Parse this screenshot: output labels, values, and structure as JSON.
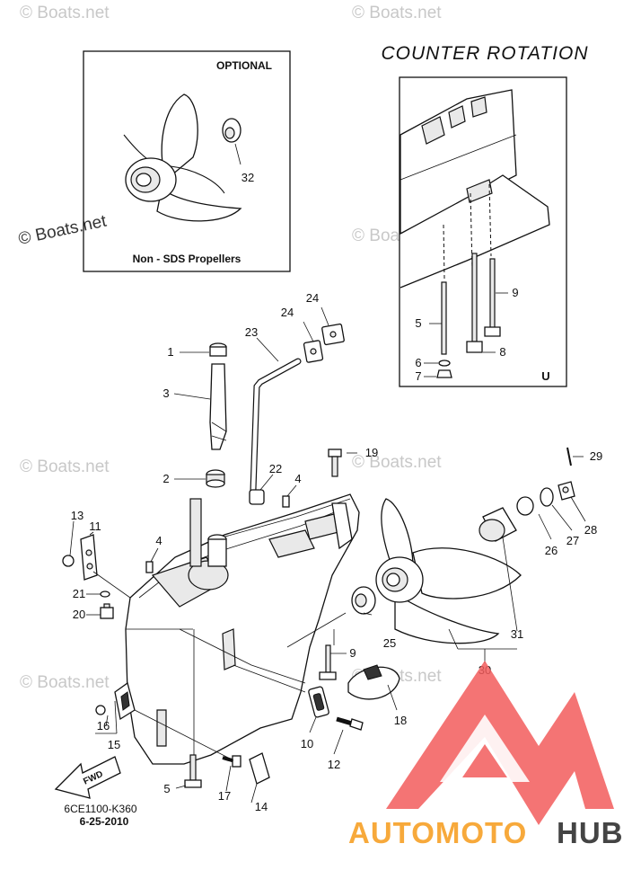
{
  "watermark": {
    "text": "© Boats.net"
  },
  "counter_rotation_title": "COUNTER  ROTATION",
  "optional_box": {
    "title": "OPTIONAL",
    "caption": "Non - SDS Propellers",
    "part": "32"
  },
  "counter_rotation_box": {
    "corner_letter": "U",
    "labels": [
      "9",
      "5",
      "8",
      "6",
      "7"
    ]
  },
  "callouts": [
    "1",
    "2",
    "3",
    "4",
    "4",
    "5",
    "9",
    "10",
    "11",
    "12",
    "13",
    "14",
    "15",
    "16",
    "17",
    "18",
    "19",
    "20",
    "21",
    "22",
    "23",
    "24",
    "24",
    "25",
    "26",
    "27",
    "28",
    "29",
    "30",
    "31"
  ],
  "footer": {
    "code": "6CE1100-K360",
    "date": "6-25-2010"
  },
  "fwd_label": "FWD",
  "brand": {
    "part1": "AUTOMOTO",
    "part2": "HUB",
    "color1": "#f7a93b",
    "color2": "#444444",
    "logo_color": "#f25c5c"
  }
}
